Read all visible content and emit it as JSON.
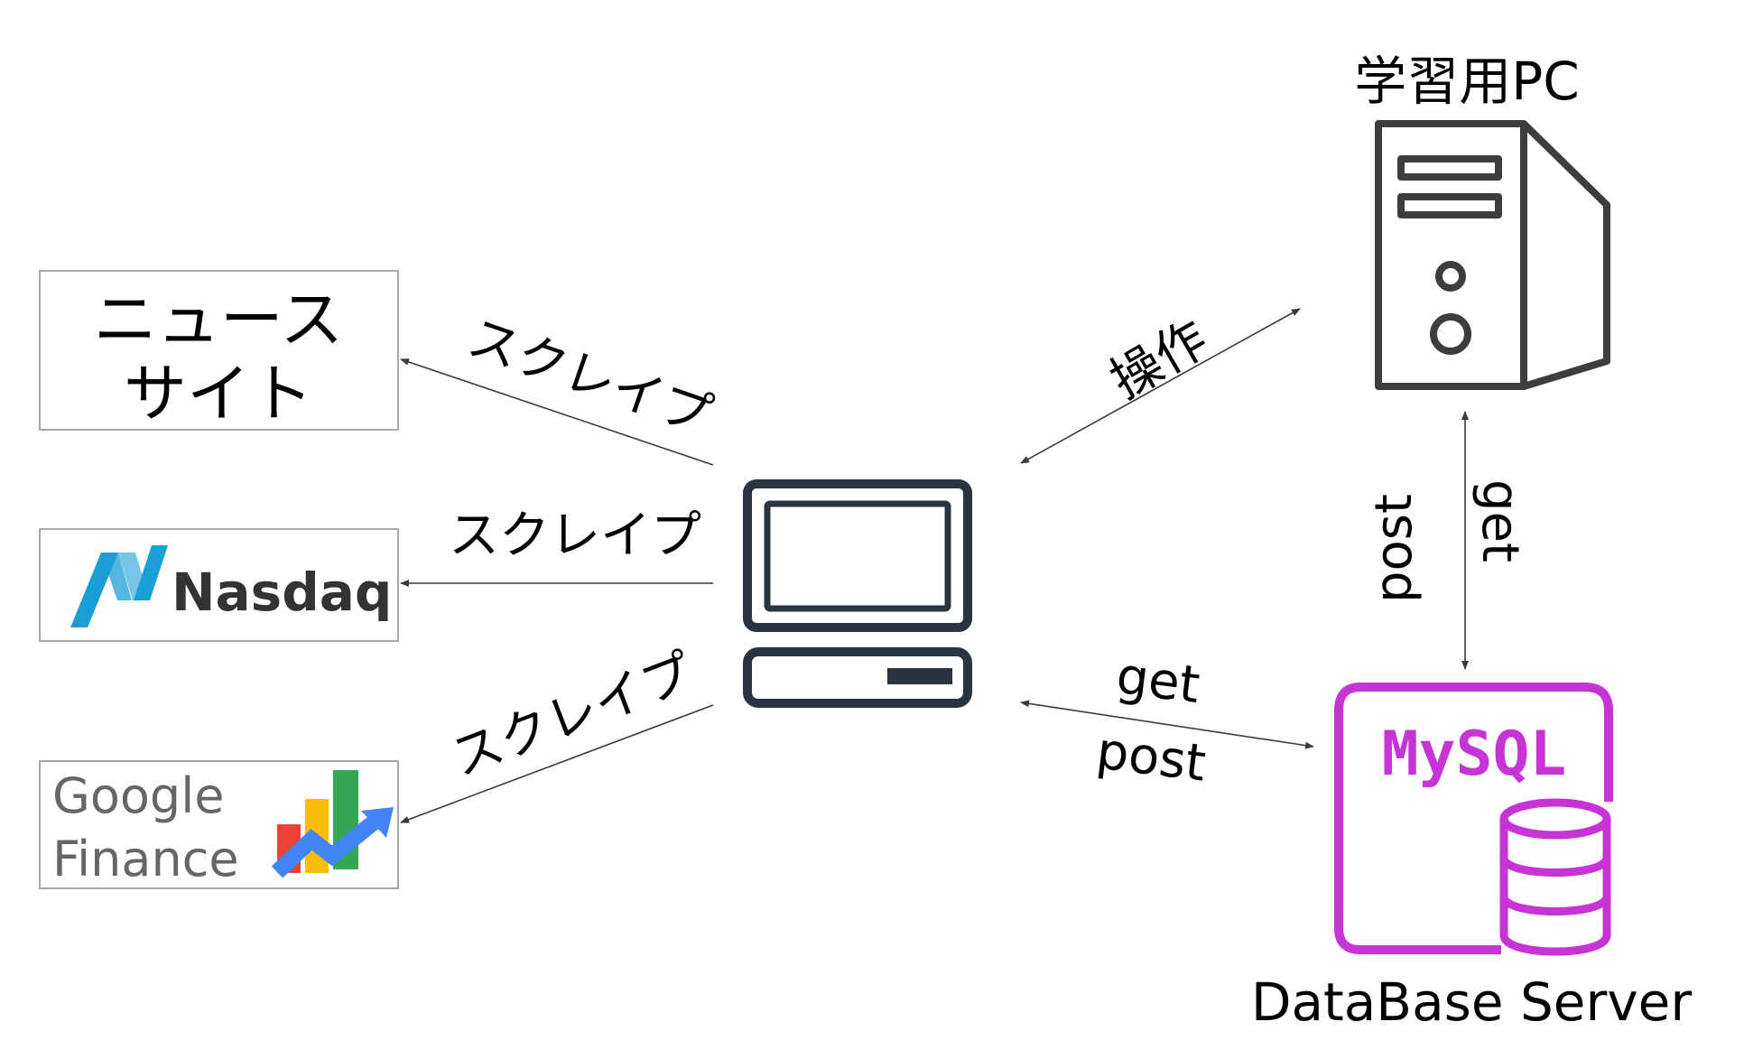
{
  "sources": {
    "news": {
      "line1": "ニュース",
      "line2": "サイト"
    },
    "nasdaq": {
      "logo_text": "Nasdaq"
    },
    "google_finance": {
      "line1": "Google",
      "line2": "Finance"
    }
  },
  "edges": {
    "scrape_news": "スクレイプ",
    "scrape_nasdaq": "スクレイプ",
    "scrape_google": "スクレイプ",
    "operate": "操作",
    "pc_db_get": "get",
    "pc_db_post": "post",
    "client_db_get": "get",
    "client_db_post": "post"
  },
  "nodes": {
    "learning_pc_title": "学習用PC",
    "mysql_label": "MySQL",
    "db_server_label": "DataBase Server"
  },
  "colors": {
    "ink": "#2a3441",
    "mysql": "#c634d6",
    "arrow": "#3a3a3a",
    "google_red": "#ea4335",
    "google_yellow": "#fbbc04",
    "google_green": "#34a853",
    "google_blue": "#4285f4",
    "nasdaq_blue": "#1a9fd4"
  }
}
